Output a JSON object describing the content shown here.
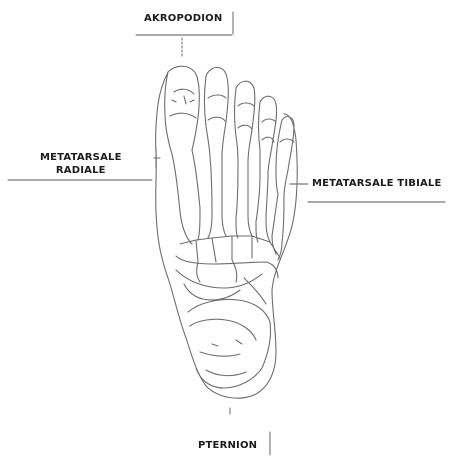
{
  "labels": {
    "akropodion": "AKROPODION",
    "metatarsale_radiale_line1": "METATARSALE",
    "metatarsale_radiale_line2": "RADIALE",
    "metatarsale_tibiale": "METATARSALE TIBIALE",
    "pternion": "PTERNION"
  },
  "colors": {
    "ink": "#1b1b1b",
    "outline": "#6e6e6e",
    "background": "#ffffff"
  }
}
